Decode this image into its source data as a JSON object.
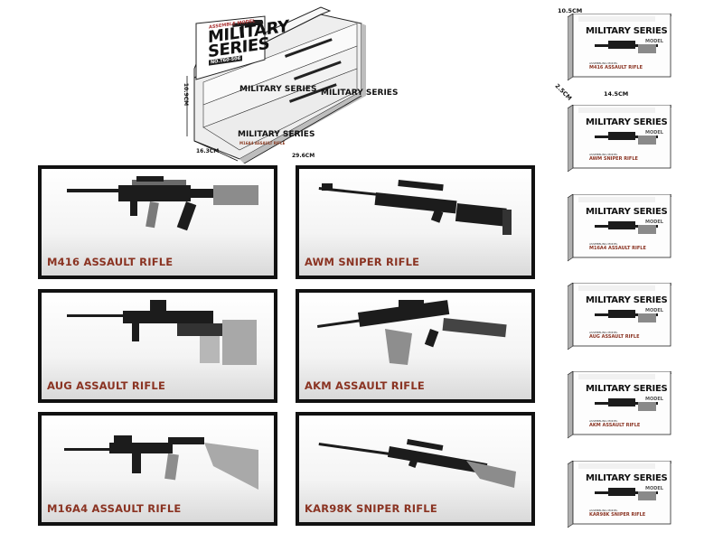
{
  "display_case": {
    "subtitle": "ASSEMBLE MODEL",
    "title_line1": "MILITARY",
    "title_line2": "SERIES",
    "model_no": "NO.T60-506",
    "slot_title_1": "MILITARY SERIES",
    "slot_title_2": "MILITARY SERIES",
    "slot_title_3": "MILITARY SERIES",
    "slot_caption": "M16A4 ASSAULT RIFLE",
    "dim_width": "29.6CM",
    "dim_depth": "16.3CM",
    "dim_height": "10.9CM"
  },
  "panels": [
    {
      "label": "M416 ASSAULT RIFLE"
    },
    {
      "label": "AWM SNIPER RIFLE"
    },
    {
      "label": "AUG ASSAULT RIFLE"
    },
    {
      "label": "AKM ASSAULT RIFLE"
    },
    {
      "label": "M16A4 ASSAULT RIFLE"
    },
    {
      "label": "KAR98K SNIPER RIFLE"
    }
  ],
  "boxes": {
    "title": "MILITARY SERIES",
    "model": "MODEL",
    "subline": "ASSEMBLING MODEL",
    "names": [
      "M416 ASSAULT RIFLE",
      "AWM SNIPER RIFLE",
      "M16A4 ASSAULT RIFLE",
      "AUG ASSAULT RIFLE",
      "AKM ASSAULT RIFLE",
      "KAR98K SNIPER RIFLE"
    ],
    "dim_height": "10.5CM",
    "dim_depth": "2.5CM",
    "dim_width": "14.5CM"
  },
  "colors": {
    "label_red": "#8a3322",
    "frame": "#111111",
    "metal": "#1c1c1c"
  }
}
